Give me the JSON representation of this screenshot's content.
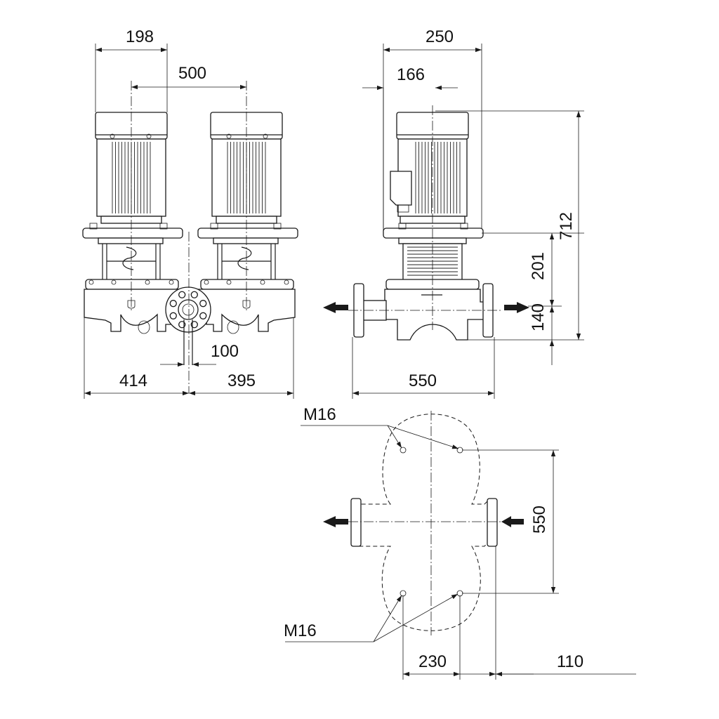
{
  "dimensions": {
    "motor_width": "198",
    "pump_spacing": "500",
    "flange_width": "100",
    "left_half_length": "414",
    "right_half_length": "395",
    "side_total_width": "250",
    "side_motor_offset": "166",
    "total_height": "712",
    "flange_to_motor_height": "201",
    "pipe_center_height": "140",
    "port_to_port_length": "550",
    "plan_bolt_spacing": "550",
    "plan_bolt_width": "230",
    "plan_offset": "110"
  },
  "labels": {
    "bolt_thread_top": "M16",
    "bolt_thread_bottom": "M16"
  },
  "icons": {
    "flow_arrow": "flow-direction-arrow-icon"
  },
  "colors": {
    "line": "#1a1a1a",
    "background": "#ffffff"
  }
}
